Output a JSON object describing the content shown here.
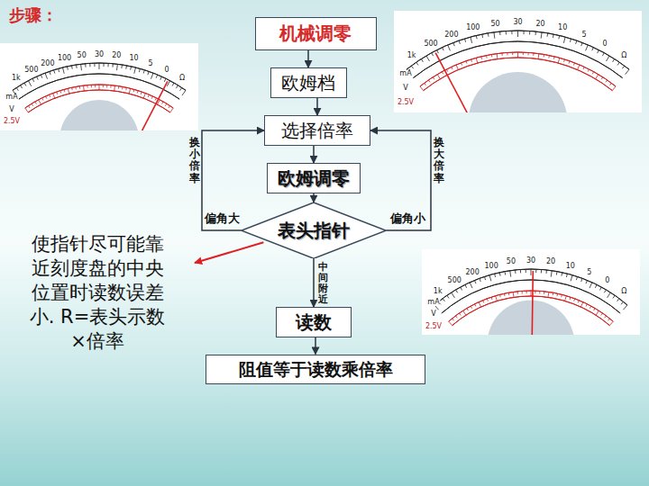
{
  "diagram": {
    "title": "步骤：",
    "nodes": [
      {
        "text": [
          "机械调零"
        ]
      },
      {
        "text": [
          "欧姆档"
        ]
      },
      {
        "text": [
          "选择倍率"
        ]
      },
      {
        "text": [
          "欧姆调零"
        ]
      },
      {
        "text": [
          "表头指针"
        ]
      },
      {
        "text": [
          "读数"
        ]
      },
      {
        "text": [
          "阻值等于读数乘倍率"
        ]
      }
    ],
    "edges": [
      {
        "from": 0,
        "to": 1,
        "arrow": "to"
      },
      {
        "from": 1,
        "to": 2,
        "arrow": "to"
      },
      {
        "from": 2,
        "to": 3,
        "arrow": "to"
      },
      {
        "from": 3,
        "to": 4,
        "arrow": "to"
      },
      {
        "from": 4,
        "to": 5,
        "label": "中间附近",
        "arrow": "to"
      },
      {
        "from": 5,
        "to": 6,
        "arrow": "to"
      },
      {
        "from": 4,
        "to": 2,
        "label": "偏角大",
        "arrow": "to"
      },
      {
        "from": 4,
        "to": 2,
        "label": "偏角小",
        "arrow": "to"
      }
    ],
    "labels": [
      "换小倍率",
      "换大倍率",
      "使指针尽可能靠近刻度盘的中央位置时读数误差小. R=表头示数×倍率",
      "1k",
      "500",
      "200",
      "100",
      "50",
      "30",
      "20",
      "10",
      "5",
      "0",
      "Ω",
      "mA",
      "V",
      "2.5V",
      "1k",
      "500",
      "200",
      "100",
      "50",
      "30",
      "20",
      "10",
      "5",
      "0",
      "Ω",
      "mA",
      "V",
      "2.5V",
      "1k",
      "500",
      "200",
      "100",
      "50",
      "30",
      "20",
      "10",
      "5",
      "0",
      "Ω",
      "mA",
      "V",
      "2.5V"
    ]
  }
}
